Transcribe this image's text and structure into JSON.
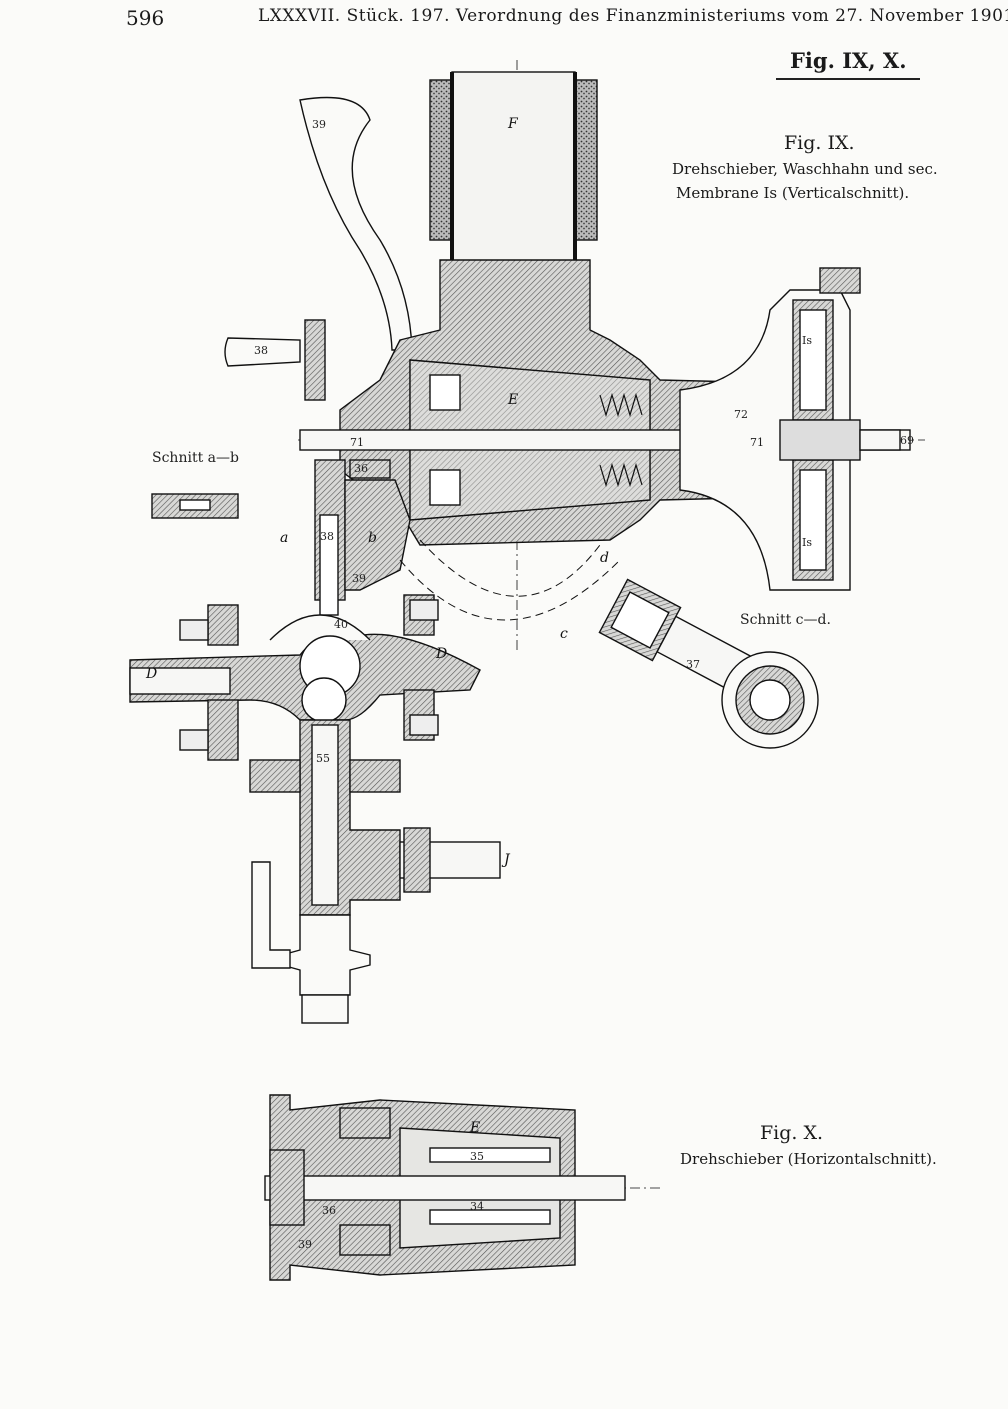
{
  "header": {
    "page_number": "596",
    "running_title": "LXXXVII. Stück. 197. Verordnung des Finanzministeriums vom 27. November 1901."
  },
  "figure_ref": "Fig. IX, X.",
  "figure_ix": {
    "title": "Fig. IX.",
    "caption_line1": "Drehschieber, Waschhahn und sec.",
    "caption_line2": "Membrane Is (Verticalschnitt)."
  },
  "figure_x": {
    "title": "Fig. X.",
    "caption_line1": "Drehschieber (Horizontalschnitt)."
  },
  "section_labels": {
    "a_b": "Schnitt a—b",
    "c_d": "Schnitt c—d."
  },
  "part_labels": {
    "F": "F",
    "E": "E",
    "D_left": "D",
    "D_right": "D",
    "J": "J",
    "a": "a",
    "b": "b",
    "c": "c",
    "d": "d",
    "n39_top": "39",
    "n38_handle": "38",
    "n71_left": "71",
    "n36": "36",
    "n38_mid": "38",
    "n39_mid": "39",
    "n40": "40",
    "n55": "55",
    "n72": "72",
    "n71_right": "71",
    "n69": "69",
    "n37": "37",
    "is_top": "Is",
    "is_bottom": "Is",
    "x_E": "E",
    "x_35": "35",
    "x_34": "34",
    "x_36": "36",
    "x_39": "39"
  }
}
